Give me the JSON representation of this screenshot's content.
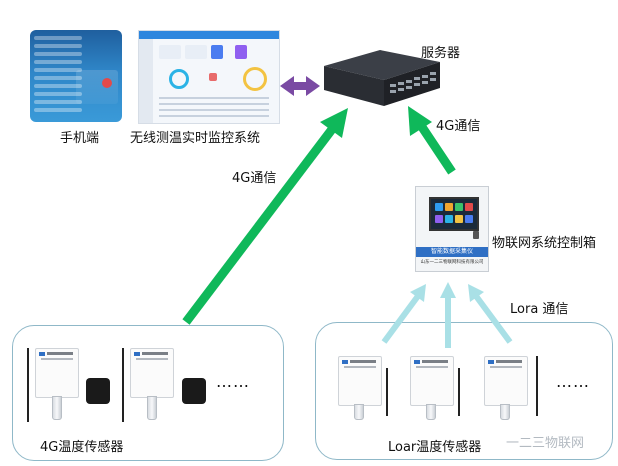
{
  "labels": {
    "phone": "手机端",
    "monitor_system": "无线测温实时监控系统",
    "server": "服务器",
    "comm_4g_left": "4G通信",
    "comm_4g_right": "4G通信",
    "iot_cabinet": "物联网系统控制箱",
    "lora_comm": "Lora 通信",
    "sensor_4g": "4G温度传感器",
    "sensor_loar": "Loar温度传感器"
  },
  "cabinet": {
    "banner": "智能数据采集仪",
    "maker": "山东一二三物联网科技有限公司"
  },
  "ellipsis": "……",
  "watermark": "一二三物联网",
  "colors": {
    "green_arrow": "#0fb85a",
    "cyan_arrow": "#a9e0e6",
    "purple_arrow": "#7a4aa3",
    "box_border": "#8fb8c8",
    "banner_blue": "#2f6fc4"
  },
  "icons": [
    "phone-app-screenshot",
    "dashboard-screenshot",
    "server-icon",
    "cabinet-icon",
    "temperature-sensor-icon",
    "antenna-icon",
    "power-adapter-icon"
  ]
}
